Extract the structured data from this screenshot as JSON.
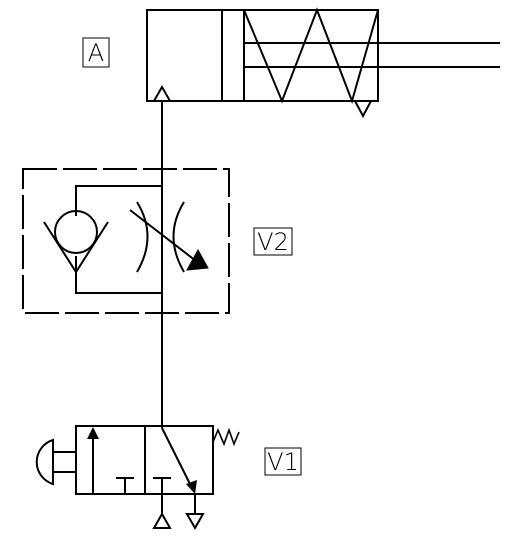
{
  "labels": {
    "cylinder": "A",
    "flow_control_valve": "V2",
    "directional_valve": "V1"
  },
  "colors": {
    "line": "#000000",
    "background": "#ffffff"
  }
}
